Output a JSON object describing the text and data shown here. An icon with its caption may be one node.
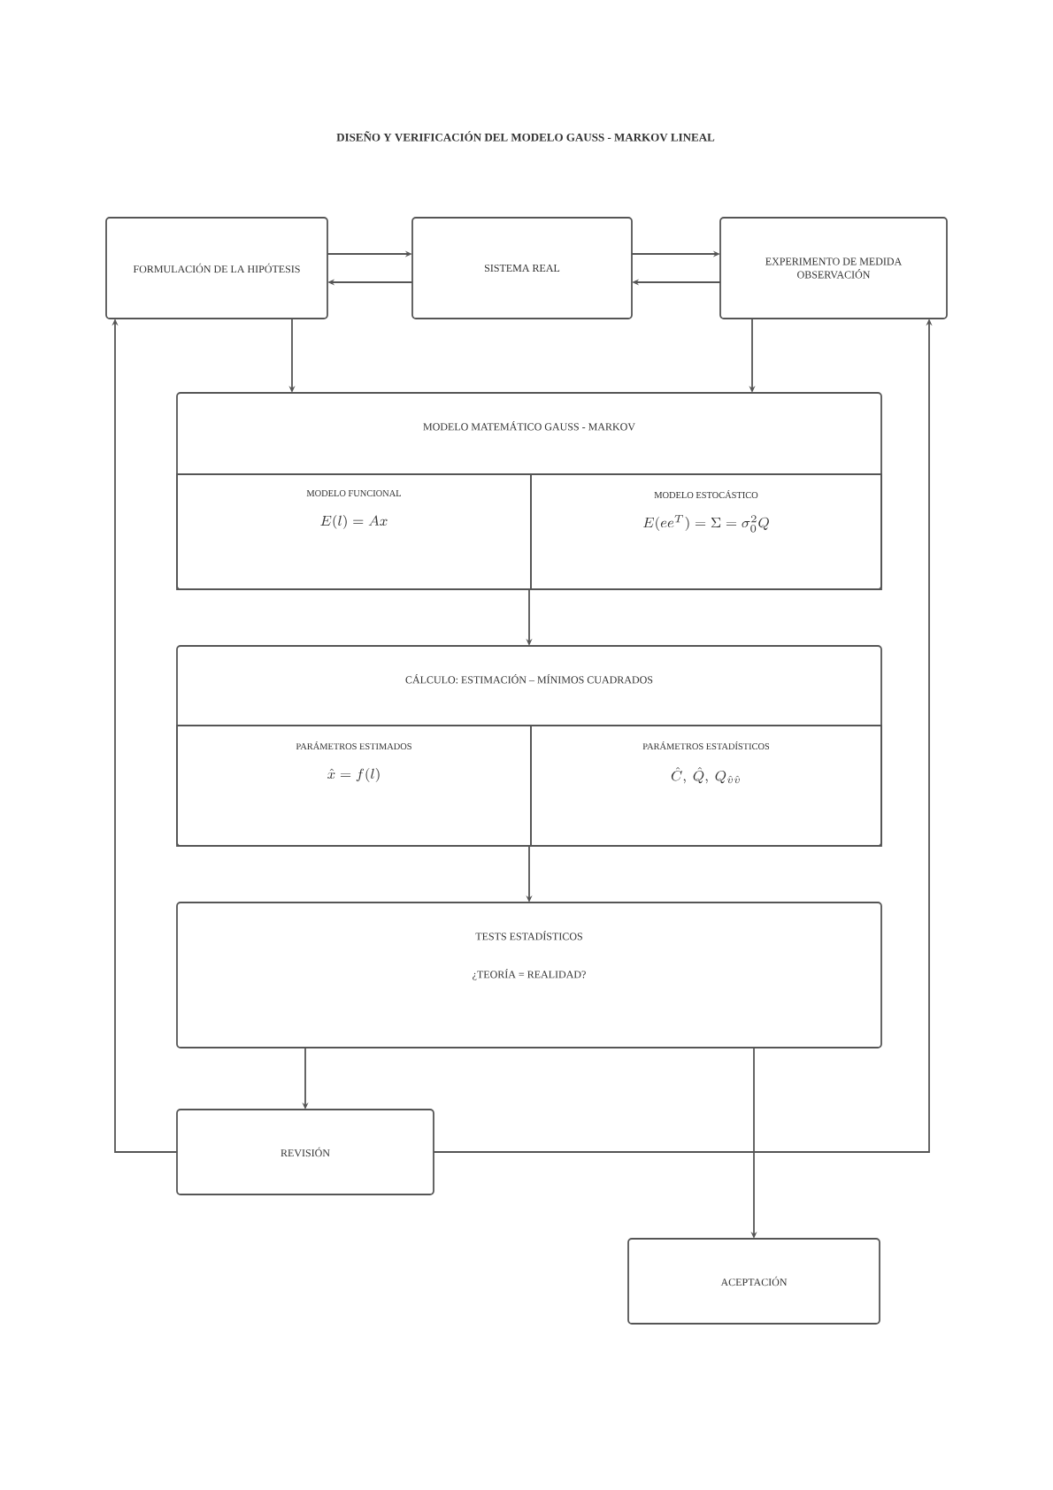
{
  "diagram": {
    "title": "DISEÑO Y VERIFICACIÓN DEL MODELO GAUSS - MARKOV LINEAL",
    "nodes": [
      {
        "text": [
          "FORMULACIÓN DE LA HIPÓTESIS"
        ]
      },
      {
        "text": [
          "SISTEMA REAL"
        ]
      },
      {
        "text": [
          "EXPERIMENTO DE MEDIDA OBSERVACIÓN"
        ]
      },
      {
        "text": [
          "MODELO MATEMÁTICO GAUSS - MARKOV"
        ]
      },
      {
        "text": [
          "MODELO FUNCIONAL",
          "E(l) = Ax"
        ],
        "in": 3
      },
      {
        "text": [
          "MODELO ESTOCÁSTICO",
          "E(ee^T) = \\Sigma = \\sigma_0^2 Q"
        ],
        "in": 3
      },
      {
        "text": [
          "CÁLCULO: ESTIMACIÓN – MÍNIMOS CUADRADOS"
        ]
      },
      {
        "text": [
          "PARÁMETROS ESTIMADOS",
          "\\hat{x} = f(l)"
        ],
        "in": 6
      },
      {
        "text": [
          "PARÁMETROS ESTADÍSTICOS",
          "\\hat{C},\\ \\hat{Q},\\ Q_{\\hat{v}\\hat{v}}"
        ],
        "in": 6
      },
      {
        "text": [
          "TESTS ESTADÍSTICOS",
          "¿TEORÍA = REALIDAD?"
        ]
      },
      {
        "text": [
          "REVISIÓN"
        ]
      },
      {
        "text": [
          "ACEPTACIÓN"
        ]
      }
    ],
    "edges": [
      {
        "from": 0,
        "to": 1,
        "arrow": "to"
      },
      {
        "from": 1,
        "to": 0,
        "arrow": "to"
      },
      {
        "from": 1,
        "to": 2,
        "arrow": "to"
      },
      {
        "from": 2,
        "to": 1,
        "arrow": "to"
      },
      {
        "from": 0,
        "to": 3,
        "arrow": "to"
      },
      {
        "from": 2,
        "to": 3,
        "arrow": "to"
      },
      {
        "from": 3,
        "to": 6,
        "arrow": "to"
      },
      {
        "from": 6,
        "to": 9,
        "arrow": "to"
      },
      {
        "from": 9,
        "to": 10,
        "arrow": "to"
      },
      {
        "from": 9,
        "to": 11,
        "arrow": "to"
      },
      {
        "from": 10,
        "to": 0,
        "arrow": "to"
      },
      {
        "from": 10,
        "to": 2,
        "arrow": "to"
      }
    ]
  }
}
